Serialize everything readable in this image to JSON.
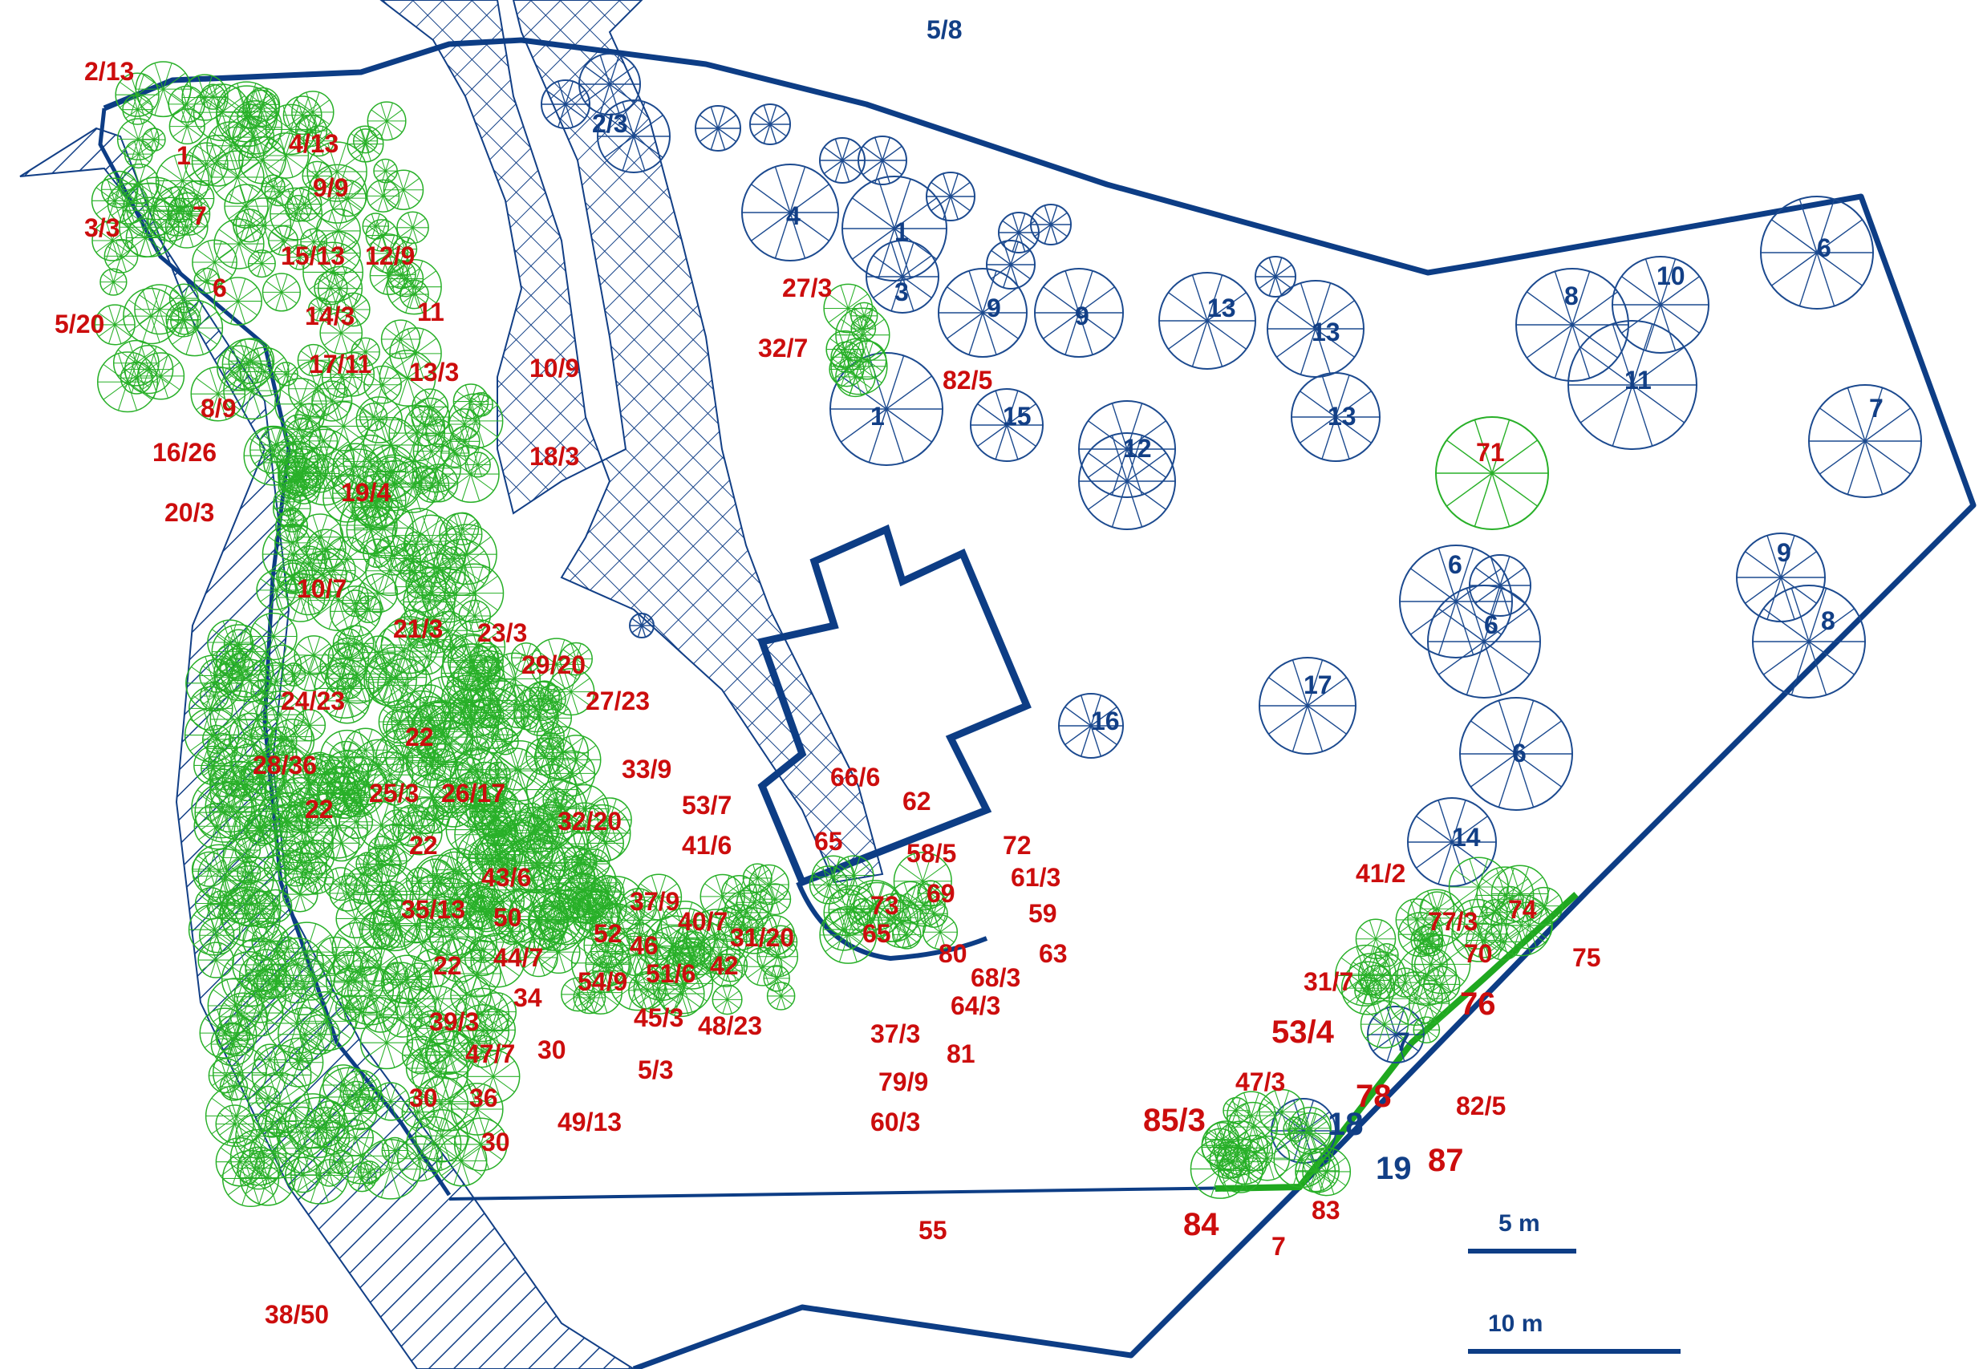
{
  "colors": {
    "boundary": "#0d3d85",
    "existing_tree": "#1c4a8f",
    "new_planting": "#28b028",
    "label_new": "#cc0d0d",
    "label_existing": "#123f86",
    "hedge_line": "#1fa81f"
  },
  "icons": {
    "existing_tree": "spoked-circle-icon",
    "new_planting": "green-spoked-circle-icon",
    "hatched_area": "diagonal-hatch-pattern",
    "paved_area": "crosshatch-pattern"
  },
  "scale": {
    "short": "5 m",
    "long": "10 m"
  },
  "labels_new": [
    "2/13",
    "1",
    "3/3",
    "7",
    "5/20",
    "6",
    "4/13",
    "9/9",
    "15/13",
    "12/9",
    "14/3",
    "11",
    "17/11",
    "13/3",
    "10/9",
    "8/9",
    "16/26",
    "18/3",
    "19/4",
    "20/3",
    "10/7",
    "21/3",
    "23/3",
    "29/20",
    "24/23",
    "27/23",
    "22",
    "28/36",
    "33/9",
    "25/3",
    "26/17",
    "22",
    "53/7",
    "32/20",
    "22",
    "41/6",
    "43/6",
    "35/13",
    "50",
    "37/9",
    "40/7",
    "52",
    "31/20",
    "44/7",
    "46",
    "22",
    "51/6",
    "42",
    "54/9",
    "34",
    "45/3",
    "39/3",
    "48/23",
    "47/7",
    "30",
    "5/3",
    "30",
    "36",
    "49/13",
    "30",
    "38/50",
    "27/3",
    "32/7",
    "82/5",
    "71",
    "66/6",
    "62",
    "65",
    "58/5",
    "72",
    "73",
    "69",
    "61/3",
    "59",
    "65",
    "80",
    "63",
    "68/3",
    "37/3",
    "64/3",
    "81",
    "79/9",
    "60/3",
    "55",
    "41/2",
    "77/3",
    "74",
    "70",
    "75",
    "31/7",
    "76",
    "53/4",
    "47/3",
    "82/5",
    "78",
    "85/3",
    "87",
    "83",
    "84",
    "7"
  ],
  "labels_existing": [
    "5/8",
    "2/3",
    "4",
    "1",
    "3",
    "9",
    "9",
    "1",
    "15",
    "13",
    "13",
    "13",
    "8",
    "10",
    "11",
    "6",
    "7",
    "12",
    "6",
    "6",
    "9",
    "8",
    "17",
    "16",
    "6",
    "14",
    "7",
    "18",
    "19"
  ]
}
